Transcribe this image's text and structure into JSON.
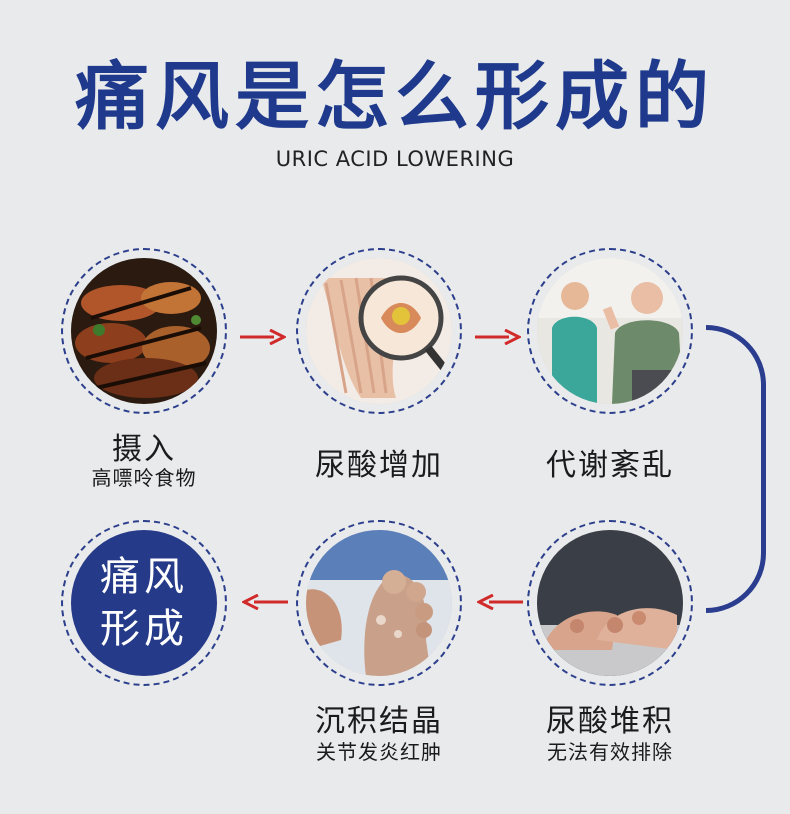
{
  "header": {
    "title": "痛风是怎么形成的",
    "subtitle": "URIC ACID LOWERING"
  },
  "steps": [
    {
      "label": "摄入",
      "sub": "高嘌呤食物",
      "image": "grilled-meat"
    },
    {
      "label": "尿酸增加",
      "sub": "",
      "image": "foot-joint-magnifier"
    },
    {
      "label": "代谢紊乱",
      "sub": "",
      "image": "doctor-patient-elbow"
    },
    {
      "label": "尿酸堆积",
      "sub": "无法有效排除",
      "image": "swollen-hands"
    },
    {
      "label": "沉积结晶",
      "sub": "关节发炎红肿",
      "image": "deformed-foot"
    },
    {
      "label": "痛风形成",
      "sub": "",
      "image": "outcome-disc"
    }
  ],
  "gout_disc": {
    "line1": "痛风",
    "line2": "形成"
  },
  "colors": {
    "brand_blue": "#1f3a8c",
    "arrow_red": "#d12a2a",
    "background": "#e9eaec"
  }
}
